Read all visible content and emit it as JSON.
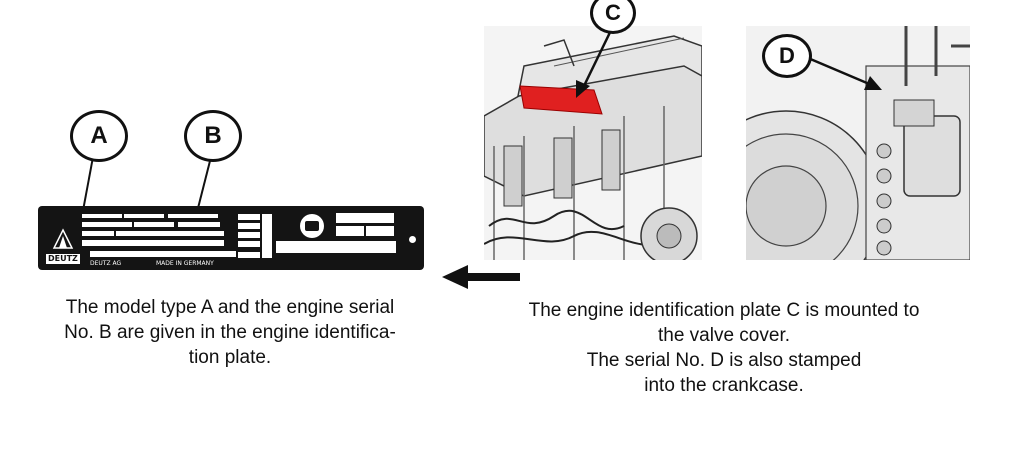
{
  "callouts": {
    "a": "A",
    "b": "B",
    "c": "C",
    "d": "D"
  },
  "plate": {
    "brand": "DEUTZ",
    "company": "DEUTZ AG",
    "origin": "MADE IN GERMANY"
  },
  "captions": {
    "left": [
      "The model type A and the engine serial",
      "No. B are given in the engine identifica-",
      "tion plate."
    ],
    "right": [
      "The engine identification plate C is mounted to",
      "the valve cover.",
      "The serial No. D is also stamped",
      "into the crankcase."
    ]
  },
  "colors": {
    "highlight": "#e02020",
    "plate": "#141414",
    "line": "#111111"
  },
  "icons": {
    "pointer": "arrow-left-icon",
    "logo": "deutz-logo-icon"
  }
}
